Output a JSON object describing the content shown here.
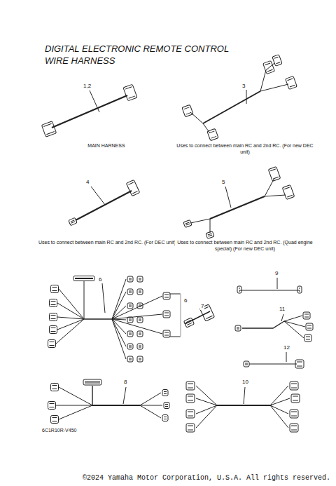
{
  "diagram": {
    "title": "DIGITAL ELECTRONIC REMOTE CONTROL WIRE HARNESS",
    "caption": "©2024 Yamaha Motor Corporation, U.S.A. All rights reserved.",
    "labels": [
      "1,2",
      "3",
      "MAIN HARNESS",
      "Uses to connect between main RC and 2nd RC. (For new DEC unit)",
      "4",
      "5",
      "Uses to connect between main RC and 2nd RC. (For DEC unit)",
      "Uses to connect between main RC and 2nd RC. (Quad engine special) (For new DEC unit)",
      "6",
      "6",
      "7",
      "9",
      "11",
      "12",
      "8",
      "10",
      "6C1R10R-V450"
    ]
  }
}
